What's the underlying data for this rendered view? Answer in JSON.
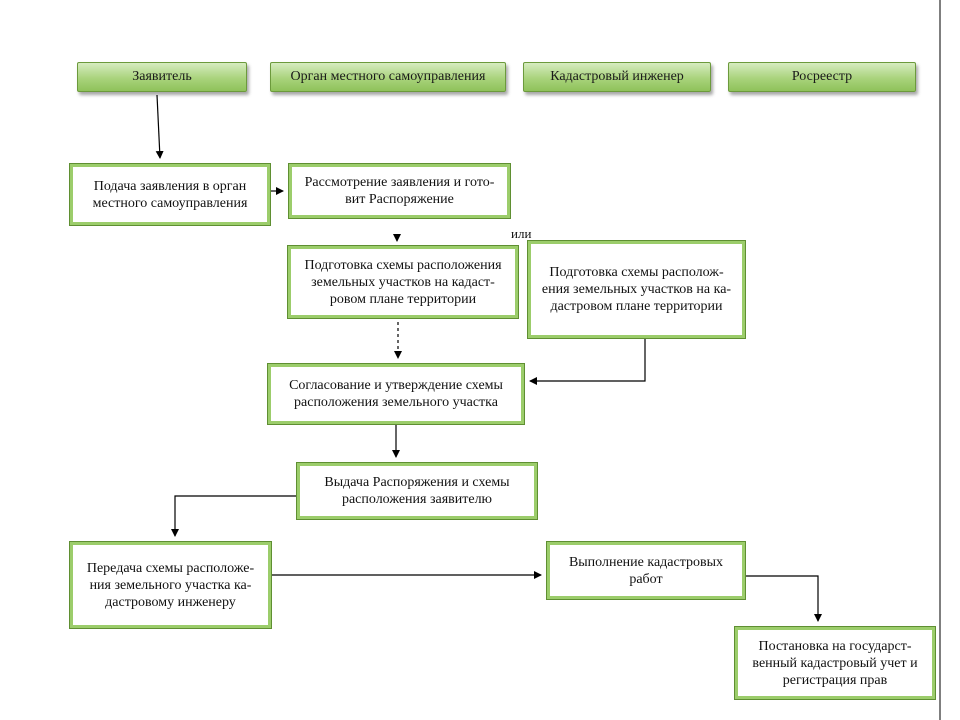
{
  "lanes": [
    "Заявитель",
    "Орган местного самоуправления",
    "Кадастровый инженер",
    "Росреестр"
  ],
  "steps": {
    "submit": "Подача заявления в орган\nместного самоуправления",
    "review": "Рассмотрение заявления и гото-\nвит Распоряжение",
    "prepare_a": "Подготовка схемы расположения\nземельных участков на кадаст-\nровом плане территории",
    "prepare_b": "Подготовка схемы располож-\nения земельных участков на ка-\nдастровом плане территории",
    "approve": "Согласование и утверждение схемы\nрасположения земельного участка",
    "issue": "Выдача Распоряжения и схемы\nрасположения заявителю",
    "transfer": "Передача схемы расположе-\nния земельного участка ка-\nдастровому инженеру",
    "works": "Выполнение кадастровых\nработ",
    "register": "Постановка на государст-\nвенный кадастровый учет и\nрегистрация прав"
  },
  "or_label": "или",
  "colors": {
    "box_border": "#9ccd6b",
    "lane_fill": "#a9d37c",
    "arrow": "#000000"
  }
}
